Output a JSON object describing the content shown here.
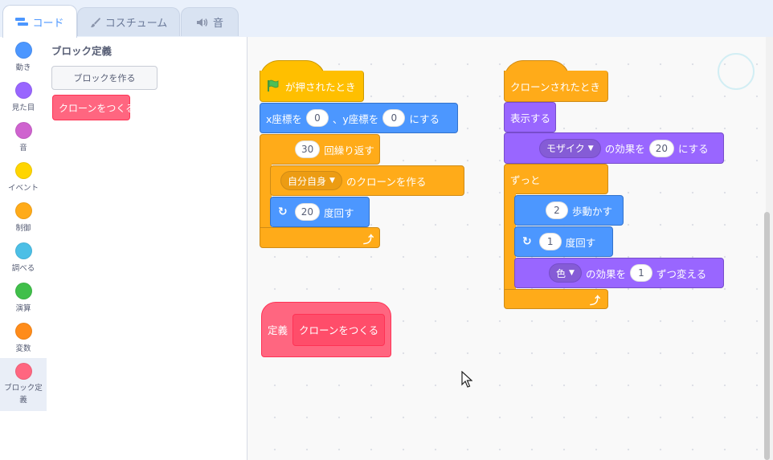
{
  "tabs": [
    {
      "label": "コード",
      "icon": "code-icon"
    },
    {
      "label": "コスチューム",
      "icon": "brush-icon"
    },
    {
      "label": "音",
      "icon": "speaker-icon"
    }
  ],
  "categories": [
    {
      "label": "動き",
      "color": "#4c97ff"
    },
    {
      "label": "見た目",
      "color": "#9966ff"
    },
    {
      "label": "音",
      "color": "#cf63cf"
    },
    {
      "label": "イベント",
      "color": "#ffd500"
    },
    {
      "label": "制御",
      "color": "#ffab19"
    },
    {
      "label": "調べる",
      "color": "#4cbfe6"
    },
    {
      "label": "演算",
      "color": "#40bf4a"
    },
    {
      "label": "変数",
      "color": "#ff8c1a"
    },
    {
      "label": "ブロック定義",
      "color": "#ff6680"
    }
  ],
  "palette": {
    "title": "ブロック定義",
    "make_block": "ブロックを作る",
    "clone_block": "クローンをつくる"
  },
  "script1": {
    "hat": "が押されたとき",
    "goto_x_label": "x座標を",
    "goto_x_val": "0",
    "goto_sep": "、y座標を",
    "goto_y_val": "0",
    "goto_end": "にする",
    "repeat_val": "30",
    "repeat_label": "回繰り返す",
    "clone_target": "自分自身",
    "clone_label": "のクローンを作る",
    "turn_val": "20",
    "turn_label": "度回す"
  },
  "script2": {
    "hat": "クローンされたとき",
    "show": "表示する",
    "effect_name": "モザイク",
    "effect_label": "の効果を",
    "effect_val": "20",
    "effect_end": "にする",
    "forever": "ずっと",
    "move_val": "2",
    "move_label": "歩動かす",
    "turn_val": "1",
    "turn_label": "度回す",
    "change_effect": "色",
    "change_label": "の効果を",
    "change_val": "1",
    "change_end": "ずつ変える"
  },
  "script3": {
    "define": "定義",
    "name": "クローンをつくる"
  },
  "colors": {
    "events": "#ffbf00",
    "control": "#ffab19",
    "motion": "#4c97ff",
    "looks": "#9966ff",
    "myblocks": "#ff6680"
  }
}
